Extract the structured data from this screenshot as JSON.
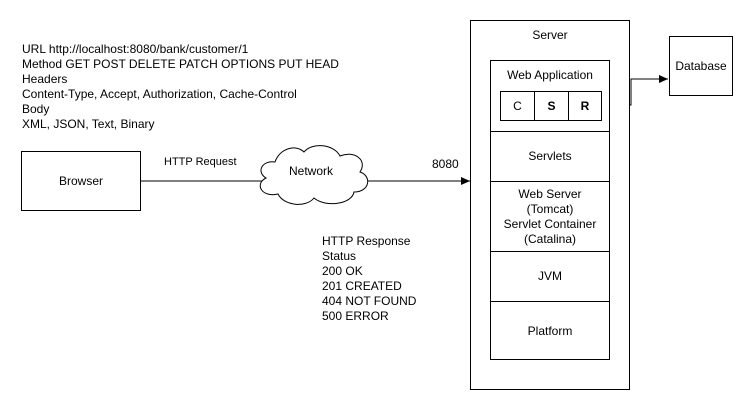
{
  "request_info": [
    "URL http://localhost:8080/bank/customer/1",
    "Method GET POST DELETE PATCH OPTIONS PUT HEAD",
    "Headers",
    "Content-Type, Accept, Authorization, Cache-Control",
    "Body",
    "XML, JSON, Text, Binary"
  ],
  "browser": {
    "label": "Browser"
  },
  "http_request_label": "HTTP Request",
  "network_label": "Network",
  "port_label": "8080",
  "response_info": [
    "HTTP Response",
    "Status",
    "200 OK",
    "201 CREATED",
    "404 NOT FOUND",
    "500 ERROR"
  ],
  "server": {
    "title": "Server",
    "web_app": {
      "title": "Web Application",
      "mvc": [
        "C",
        "S",
        "R"
      ]
    },
    "servlets": "Servlets",
    "web_server": [
      "Web Server",
      "(Tomcat)",
      "Servlet Container",
      "(Catalina)"
    ],
    "jvm": "JVM",
    "platform": "Platform"
  },
  "database": {
    "label": "Database"
  }
}
